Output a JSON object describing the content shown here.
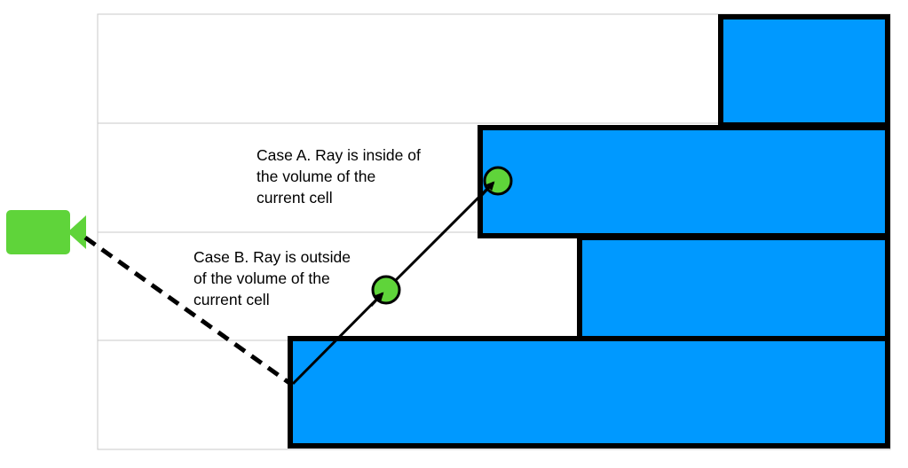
{
  "colors": {
    "cell_fill": "#0099ff",
    "cell_stroke": "#000000",
    "grid_line": "#c8c8c8",
    "marker_fill": "#5fd43a",
    "camera_fill": "#5fd43a",
    "ray": "#000000"
  },
  "icons": {
    "camera": "video-camera-icon"
  },
  "annotations": {
    "case_a": {
      "lines": [
        "Case A. Ray is inside of",
        "the volume of the",
        "current cell"
      ]
    },
    "case_b": {
      "lines": [
        "Case B. Ray is outside",
        "of the volume of the",
        "current cell"
      ]
    }
  }
}
